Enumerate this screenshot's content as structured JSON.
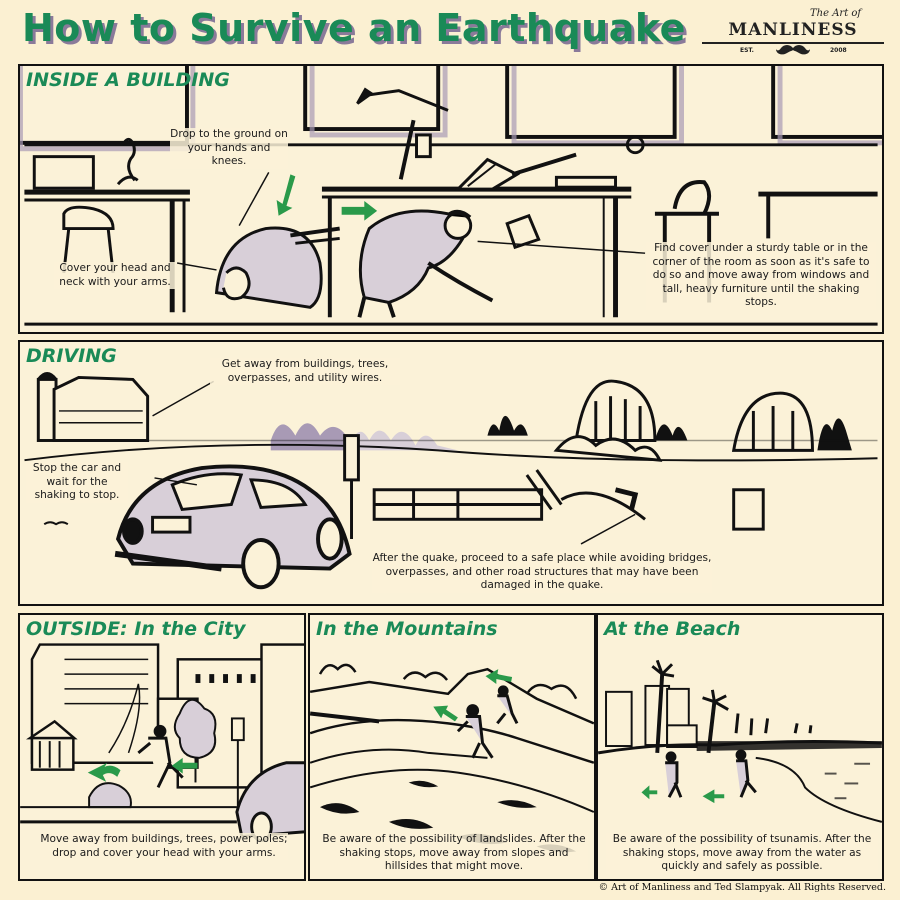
{
  "header": {
    "title": "How to Survive an Earthquake",
    "logo": {
      "script": "The Art of",
      "brand": "MANLINESS",
      "est_label": "EST.",
      "est_year": "2008",
      "icon": "mustache-icon"
    }
  },
  "colors": {
    "background": "#fbf0d2",
    "panel_bg": "#fbf2d8",
    "accent_green": "#1a8a57",
    "arrow_green": "#2a9a4a",
    "shadow_lavender": "#a89ab5",
    "ink": "#111111"
  },
  "panels": {
    "inside_building": {
      "heading": "INSIDE A BUILDING",
      "captions": {
        "drop": "Drop to the ground on your hands and knees.",
        "cover": "Cover your head and neck with your arms.",
        "find_cover": "Find cover under a sturdy table or in the corner of the room as soon as it's safe to do so and move away from windows and tall, heavy furniture until the shaking stops."
      }
    },
    "driving": {
      "heading": "DRIVING",
      "captions": {
        "get_away": "Get away from buildings, trees, overpasses, and utility wires.",
        "stop_car": "Stop the car and wait for the shaking to stop.",
        "after_quake": "After the quake, proceed to a safe place while avoiding bridges, overpasses, and other road structures that may have been damaged in the quake."
      }
    },
    "city": {
      "heading_bold": "OUTSIDE:",
      "heading_rest": " In the City",
      "caption": "Move away from buildings, trees, power poles; drop and cover your head with your arms."
    },
    "mountains": {
      "heading": "In the Mountains",
      "caption": "Be aware of the possibility of landslides. After the shaking stops, move away from slopes and hillsides that might move."
    },
    "beach": {
      "heading": "At the Beach",
      "caption": "Be aware of the possibility of tsunamis. After the shaking stops, move away from the water as quickly and safely as possible."
    }
  },
  "footer": {
    "copyright": "© Art of Manliness and Ted Slampyak. All Rights Reserved."
  }
}
